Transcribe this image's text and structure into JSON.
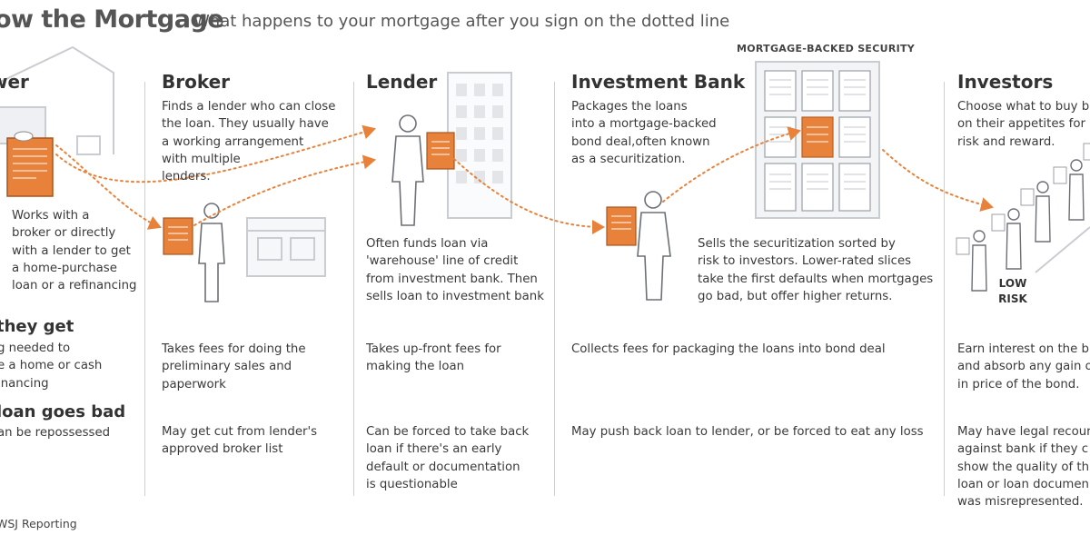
{
  "header": {
    "title": "ow the Mortgage",
    "subtitle": "What happens to your mortgage after you sign on the dotted line"
  },
  "columns": [
    {
      "name": "wer",
      "description": [
        "Works with a",
        "broker or directly",
        "with a lender to get",
        "a home-purchase",
        "loan or a refinancing"
      ],
      "gets": [
        "g needed to",
        "e a home or cash",
        "inancing"
      ],
      "bad": [
        "an be repossessed"
      ]
    },
    {
      "name": "Broker",
      "description": [
        "Finds a lender who can close",
        "the loan. They usually have",
        "a working arrangement",
        "with multiple",
        "lenders."
      ],
      "gets": [
        "Takes fees for doing the",
        "preliminary sales and",
        "paperwork"
      ],
      "bad": [
        "May get cut from lender's",
        "approved broker list"
      ]
    },
    {
      "name": "Lender",
      "description": [
        "Often funds loan via",
        "'warehouse' line of credit",
        "from investment bank. Then",
        "sells loan to investment bank"
      ],
      "gets": [
        "Takes up-front fees for",
        "making the loan"
      ],
      "bad": [
        "Can be forced to take back",
        "loan if there's an early",
        "default or documentation",
        "is questionable"
      ]
    },
    {
      "name": "Investment Bank",
      "description": [
        "Packages the loans",
        "into a mortgage-backed",
        "bond deal,often known",
        "as a securitization."
      ],
      "description2": [
        "Sells the securitization sorted by",
        "risk to investors. Lower-rated slices",
        "take the first defaults when mortgages",
        "go bad, but offer higher returns."
      ],
      "gets": [
        "Collects fees for packaging the loans into bond deal"
      ],
      "bad": [
        "May push back loan to lender, or be forced to eat any loss"
      ]
    },
    {
      "name": "Investors",
      "description": [
        "Choose what to buy b",
        "on their appetites for",
        "risk and reward."
      ],
      "gets": [
        "Earn interest on the b",
        "and absorb any gain o",
        "in price of the bond."
      ],
      "bad": [
        "May have legal recour",
        "against bank if they c",
        "show the quality of th",
        "loan or loan documen",
        "was misrepresented."
      ]
    }
  ],
  "rows": {
    "gets_heading": "they get",
    "bad_heading": "loan goes bad"
  },
  "mbs_label": "MORTGAGE-BACKED SECURITY",
  "risk_label": [
    "LOW",
    "RISK"
  ],
  "source": "WSJ Reporting",
  "colors": {
    "accent": "#e8823a",
    "line": "#8a8f96",
    "building": "#c9ccd1",
    "divider": "#cfcfcf"
  }
}
